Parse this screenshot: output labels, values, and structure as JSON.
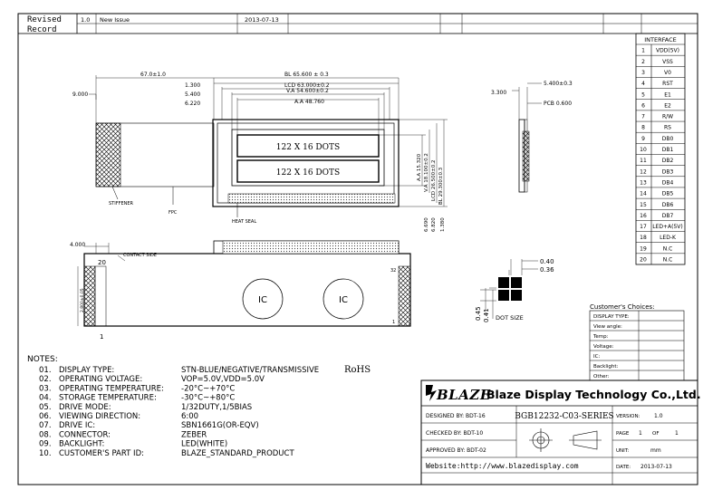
{
  "revision": {
    "header": [
      "Revised",
      "Record"
    ],
    "version": "1.0",
    "description": "New Issue",
    "date": "2013-07-13"
  },
  "interface": {
    "title": "INTERFACE",
    "pins": [
      {
        "no": "1",
        "name": "VDD(5V)"
      },
      {
        "no": "2",
        "name": "VSS"
      },
      {
        "no": "3",
        "name": "V0"
      },
      {
        "no": "4",
        "name": "RST"
      },
      {
        "no": "5",
        "name": "E1"
      },
      {
        "no": "6",
        "name": "E2"
      },
      {
        "no": "7",
        "name": "R/W"
      },
      {
        "no": "8",
        "name": "RS"
      },
      {
        "no": "9",
        "name": "DB0"
      },
      {
        "no": "10",
        "name": "DB1"
      },
      {
        "no": "11",
        "name": "DB2"
      },
      {
        "no": "12",
        "name": "DB3"
      },
      {
        "no": "13",
        "name": "DB4"
      },
      {
        "no": "14",
        "name": "DB5"
      },
      {
        "no": "15",
        "name": "DB6"
      },
      {
        "no": "16",
        "name": "DB7"
      },
      {
        "no": "17",
        "name": "LED+A(5V)"
      },
      {
        "no": "18",
        "name": "LED-K"
      },
      {
        "no": "19",
        "name": "N.C"
      },
      {
        "no": "20",
        "name": "N.C"
      }
    ]
  },
  "dimensions": {
    "overall": "67.0±1.0",
    "bl": "BL 65.600 ± 0.3",
    "lcd": "LCD  63.000±0.2",
    "va": "V.A  54.600±0.2",
    "aa": "A.A 48.760",
    "d1300": "1.300",
    "d5400": "5.400",
    "d6220": "6.220",
    "d9000": "9.000",
    "v_aa": "A.A 15.320",
    "v_va": "V.A 18.100±0.2",
    "v_lcd": "LCD 26.500±0.2",
    "v_bl": "BL 29.300±0.3",
    "v_6690": "6.690",
    "v_6820": "6.820",
    "v_1380": "1.380",
    "side_3300": "3.300",
    "side_5400": "5.400±0.3",
    "side_pcb": "PCB 0.600",
    "fpc_4000": "4.000",
    "fpc_width": "2.800±0.05"
  },
  "drawing_labels": {
    "stiffener": "STIFFENER",
    "fpc": "FPC",
    "heat_seal": "HEAT SEAL",
    "contact_side": "CONTACT SIDE",
    "dots_line1": "122 X 16 DOTS",
    "dots_line2": "122 X 16 DOTS",
    "ic1": "IC",
    "ic2": "IC",
    "pin20": "20",
    "pin1": "1",
    "pin32": "32",
    "pin1b": "1"
  },
  "dot_size": {
    "title": "DOT SIZE",
    "w1": "0.40",
    "w2": "0.36",
    "h1": "0.45",
    "h2": "0.41"
  },
  "notes": {
    "title": "NOTES:",
    "rohs": "RoHS",
    "items": [
      {
        "no": "01.",
        "label": "DISPLAY TYPE:",
        "value": "STN-BLUE/NEGATIVE/TRANSMISSIVE"
      },
      {
        "no": "02.",
        "label": "OPERATING VOLTAGE:",
        "value": "VOP=5.0V,VDD=5.0V"
      },
      {
        "no": "03.",
        "label": "OPERATING TEMPERATURE:",
        "value": "-20°C~+70°C"
      },
      {
        "no": "04.",
        "label": "STORAGE TEMPERATURE:",
        "value": "-30°C~+80°C"
      },
      {
        "no": "05.",
        "label": "DRIVE MODE:",
        "value": "1/32DUTY,1/5BIAS"
      },
      {
        "no": "06.",
        "label": "VIEWING DIRECTION:",
        "value": "6:00"
      },
      {
        "no": "07.",
        "label": "DRIVE IC:",
        "value": "SBN1661G(OR-EQV)"
      },
      {
        "no": "08.",
        "label": "CONNECTOR:",
        "value": "ZEBER"
      },
      {
        "no": "09.",
        "label": "BACKLIGHT:",
        "value": "LED(WHITE)"
      },
      {
        "no": "10.",
        "label": "CUSTOMER'S PART ID:",
        "value": "BLAZE_STANDARD_PRODUCT"
      }
    ]
  },
  "customer_choices": {
    "title": "Customer's Choices:",
    "rows": [
      "DISPLAY TYPE:",
      "View angle:",
      "Temp:",
      "Voltage:",
      "IC:",
      "Backlight:",
      "Other:"
    ]
  },
  "title_block": {
    "logo": "BLAZE",
    "company": "Blaze Display Technology Co.,Ltd.",
    "designed_by": "DESIGNED BY:  BDT-16",
    "checked_by": "CHECKED BY:  BDT-10",
    "approved_by": "APPROVED BY:  BDT-02",
    "part_no": "BGB12232-C03-SERIES",
    "version_label": "VERSION:",
    "version_value": "1.0",
    "page_label": "PAGE",
    "page_no": "1",
    "page_of": "OF",
    "page_total": "1",
    "unit_label": "UNIT:",
    "unit_value": "mm",
    "website": "Website:http://www.blazedisplay.com",
    "date_label": "DATE:",
    "date_value": "2013-07-13"
  }
}
